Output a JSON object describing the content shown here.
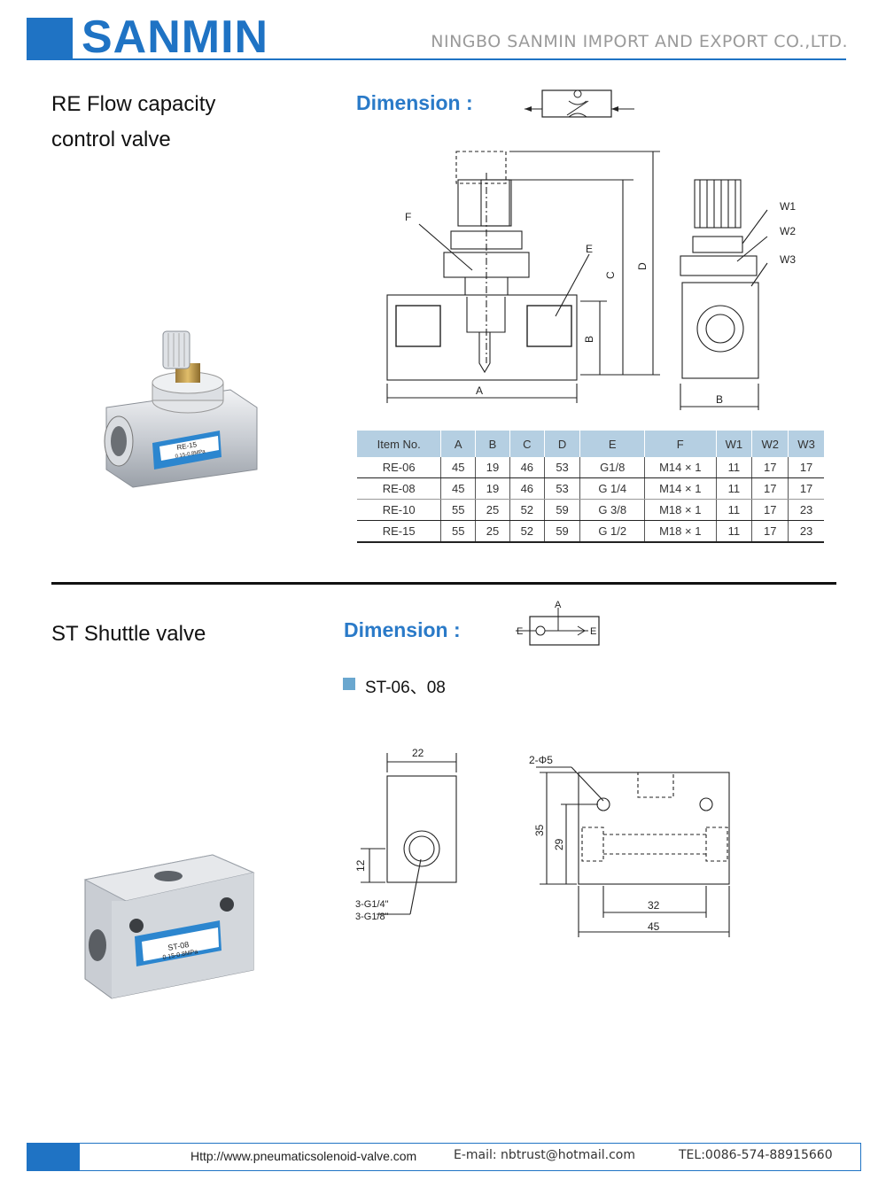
{
  "header": {
    "brand": "SANMIN",
    "company": "NINGBO SANMIN IMPORT AND EXPORT CO.,LTD."
  },
  "re_section": {
    "title_line1": "RE Flow  capacity",
    "title_line2": "control valve",
    "dimension_label": "Dimension :",
    "photo_label": {
      "line1": "RE-15",
      "line2": "0.15-0.8MPa"
    },
    "drawing_labels": [
      "F",
      "E",
      "C",
      "D",
      "B",
      "A",
      "W1",
      "W2",
      "W3",
      "B"
    ],
    "table": {
      "headers": [
        "Item No.",
        "A",
        "B",
        "C",
        "D",
        "E",
        "F",
        "W1",
        "W2",
        "W3"
      ],
      "rows": [
        [
          "RE-06",
          "45",
          "19",
          "46",
          "53",
          "G1/8",
          "M14 × 1",
          "11",
          "17",
          "17"
        ],
        [
          "RE-08",
          "45",
          "19",
          "46",
          "53",
          "G 1/4",
          "M14 × 1",
          "11",
          "17",
          "17"
        ],
        [
          "RE-10",
          "55",
          "25",
          "52",
          "59",
          "G 3/8",
          "M18 × 1",
          "11",
          "17",
          "23"
        ],
        [
          "RE-15",
          "55",
          "25",
          "52",
          "59",
          "G 1/2",
          "M18 × 1",
          "11",
          "17",
          "23"
        ]
      ]
    }
  },
  "st_section": {
    "title": "ST Shuttle valve",
    "dimension_label": "Dimension :",
    "symbol_labels": {
      "top": "A",
      "left": "E",
      "right": "E"
    },
    "models": "ST-06、08",
    "photo_label": {
      "line1": "ST-08",
      "line2": "0.15-0.8MPa"
    },
    "drawing": {
      "width": "22",
      "port_height": "12",
      "port_line1": "3-G1/4\"",
      "port_line2": "3-G1/8\"",
      "hole": "2-Φ5",
      "h_outer": "35",
      "h_inner": "29",
      "hole_spacing": "32",
      "length": "45"
    }
  },
  "footer": {
    "url": "Http://www.pneumaticsolenoid-valve.com",
    "email": "E-mail: nbtrust@hotmail.com",
    "tel": "TEL:0086-574-88915660"
  },
  "colors": {
    "brand_blue": "#1f73c4",
    "table_header": "#b5cfe2",
    "bullet": "#6aa7cf"
  }
}
